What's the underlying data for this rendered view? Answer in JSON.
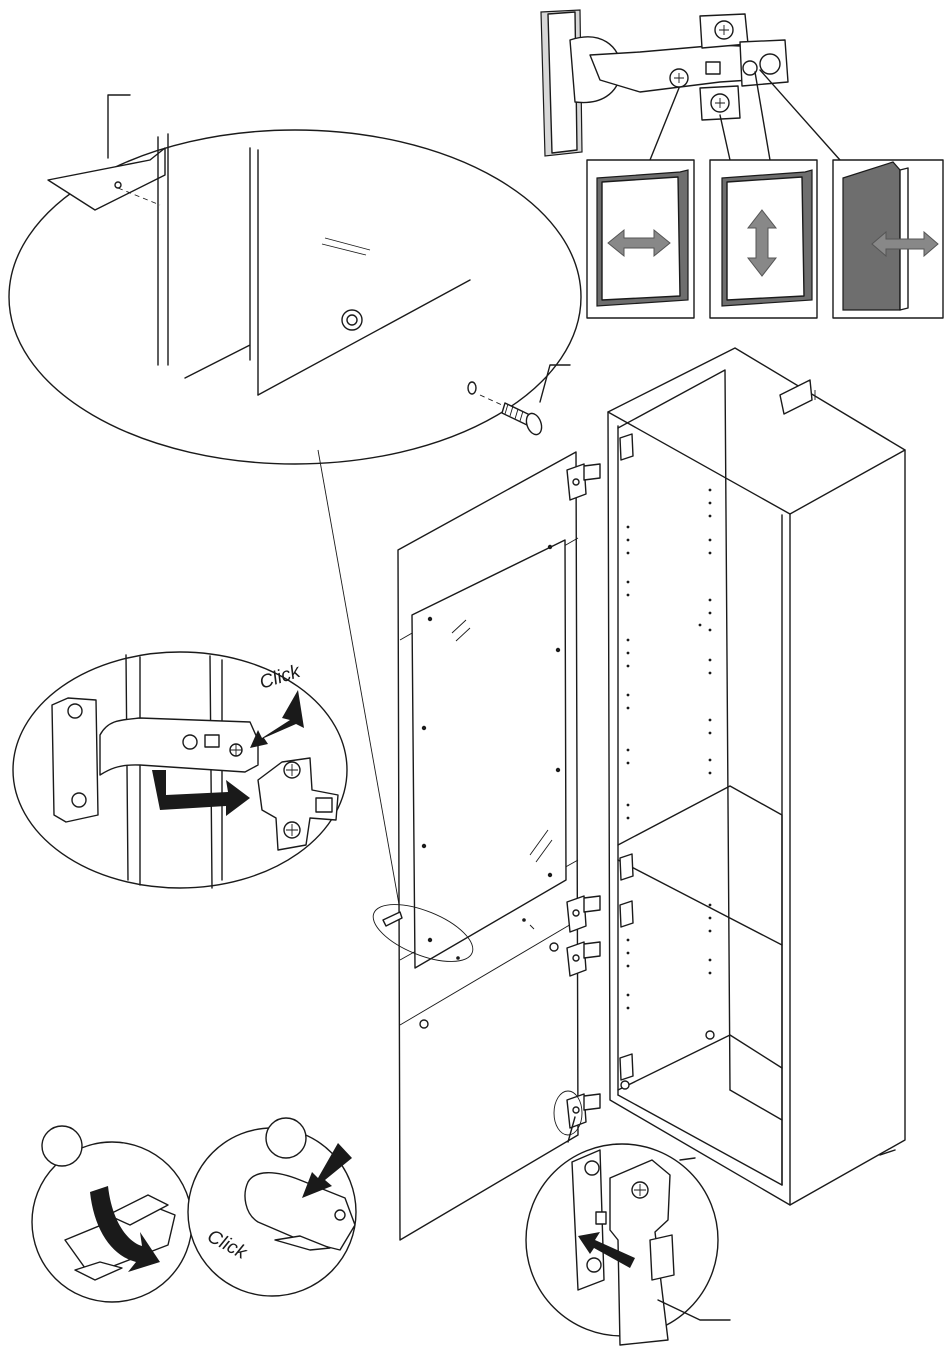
{
  "labels": {
    "click_top": "Click",
    "click_bottom": "Click"
  },
  "step_markers": {
    "step_a": "",
    "step_b": ""
  },
  "hinge_adjustments": [
    {
      "name": "side-adjustment",
      "icon": "double-arrow-horizontal-icon"
    },
    {
      "name": "height-adjustment",
      "icon": "double-arrow-vertical-icon"
    },
    {
      "name": "depth-adjustment",
      "icon": "double-arrow-horizontal-icon"
    }
  ],
  "colors": {
    "ink": "#1a1a1a",
    "arrow_fill": "#888888",
    "panel_dark": "#6e6e6e",
    "paper": "#ffffff"
  }
}
